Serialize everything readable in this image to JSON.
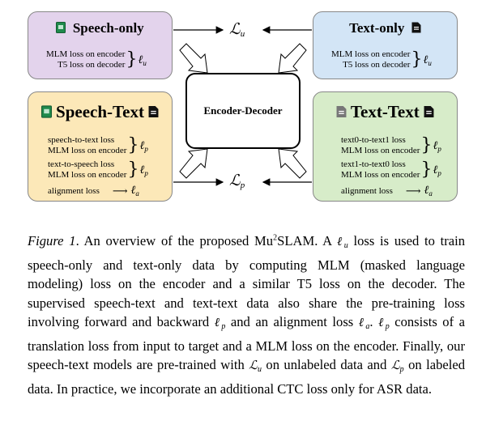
{
  "boxes": {
    "speech_only": {
      "title": "Speech-only",
      "line1": "MLM loss on encoder",
      "line2": "T5 loss on decoder",
      "loss": "ℓ",
      "loss_sub": "u"
    },
    "text_only": {
      "title": "Text-only",
      "line1": "MLM loss on encoder",
      "line2": "T5 loss on decoder",
      "loss": "ℓ",
      "loss_sub": "u"
    },
    "speech_text": {
      "title": "Speech-Text",
      "g1_line1": "speech-to-text loss",
      "g1_line2": "MLM loss on encoder",
      "g2_line1": "text-to-speech loss",
      "g2_line2": "MLM loss on encoder",
      "align": "alignment loss",
      "loss_p": "ℓ",
      "loss_p_sub": "p",
      "loss_a": "ℓ",
      "loss_a_sub": "a"
    },
    "text_text": {
      "title": "Text-Text",
      "g1_line1": "text0-to-text1 loss",
      "g1_line2": "MLM loss on encoder",
      "g2_line1": "text1-to-text0 loss",
      "g2_line2": "MLM loss on encoder",
      "align": "alignment loss",
      "loss_p": "ℓ",
      "loss_p_sub": "p",
      "loss_a": "ℓ",
      "loss_a_sub": "a"
    },
    "encoder_decoder": "Encoder-Decoder"
  },
  "labels": {
    "Lu": "ℒ",
    "Lu_sub": "u",
    "Lp": "ℒ",
    "Lp_sub": "p"
  },
  "icons": {
    "speech": "green-document-icon",
    "text": "black-document-icon"
  },
  "colors": {
    "speech_only_bg": "#e3d3ec",
    "text_only_bg": "#d3e5f6",
    "speech_text_bg": "#fce8b8",
    "text_text_bg": "#d7ecc9"
  },
  "caption": {
    "fig_label": "Figure 1",
    "p1": ". An overview of the proposed Mu",
    "sup": "2",
    "p2": "SLAM. A ",
    "p3": " loss is used to train speech-only and text-only data by computing MLM (masked language modeling) loss on the encoder and a similar T5 loss on the decoder. The supervised speech-text and text-text data also share the pre-training loss involving forward and backward ",
    "p4": " and an alignment loss ",
    "p5": ". ",
    "p6": " consists of a translation loss from input to target and a MLM loss on the encoder. Finally, our speech-text models are pre-trained with ",
    "p7": " on unlabeled data and ",
    "p8": " on labeled data. In practice, we incorporate an additional CTC loss only for ASR data."
  }
}
